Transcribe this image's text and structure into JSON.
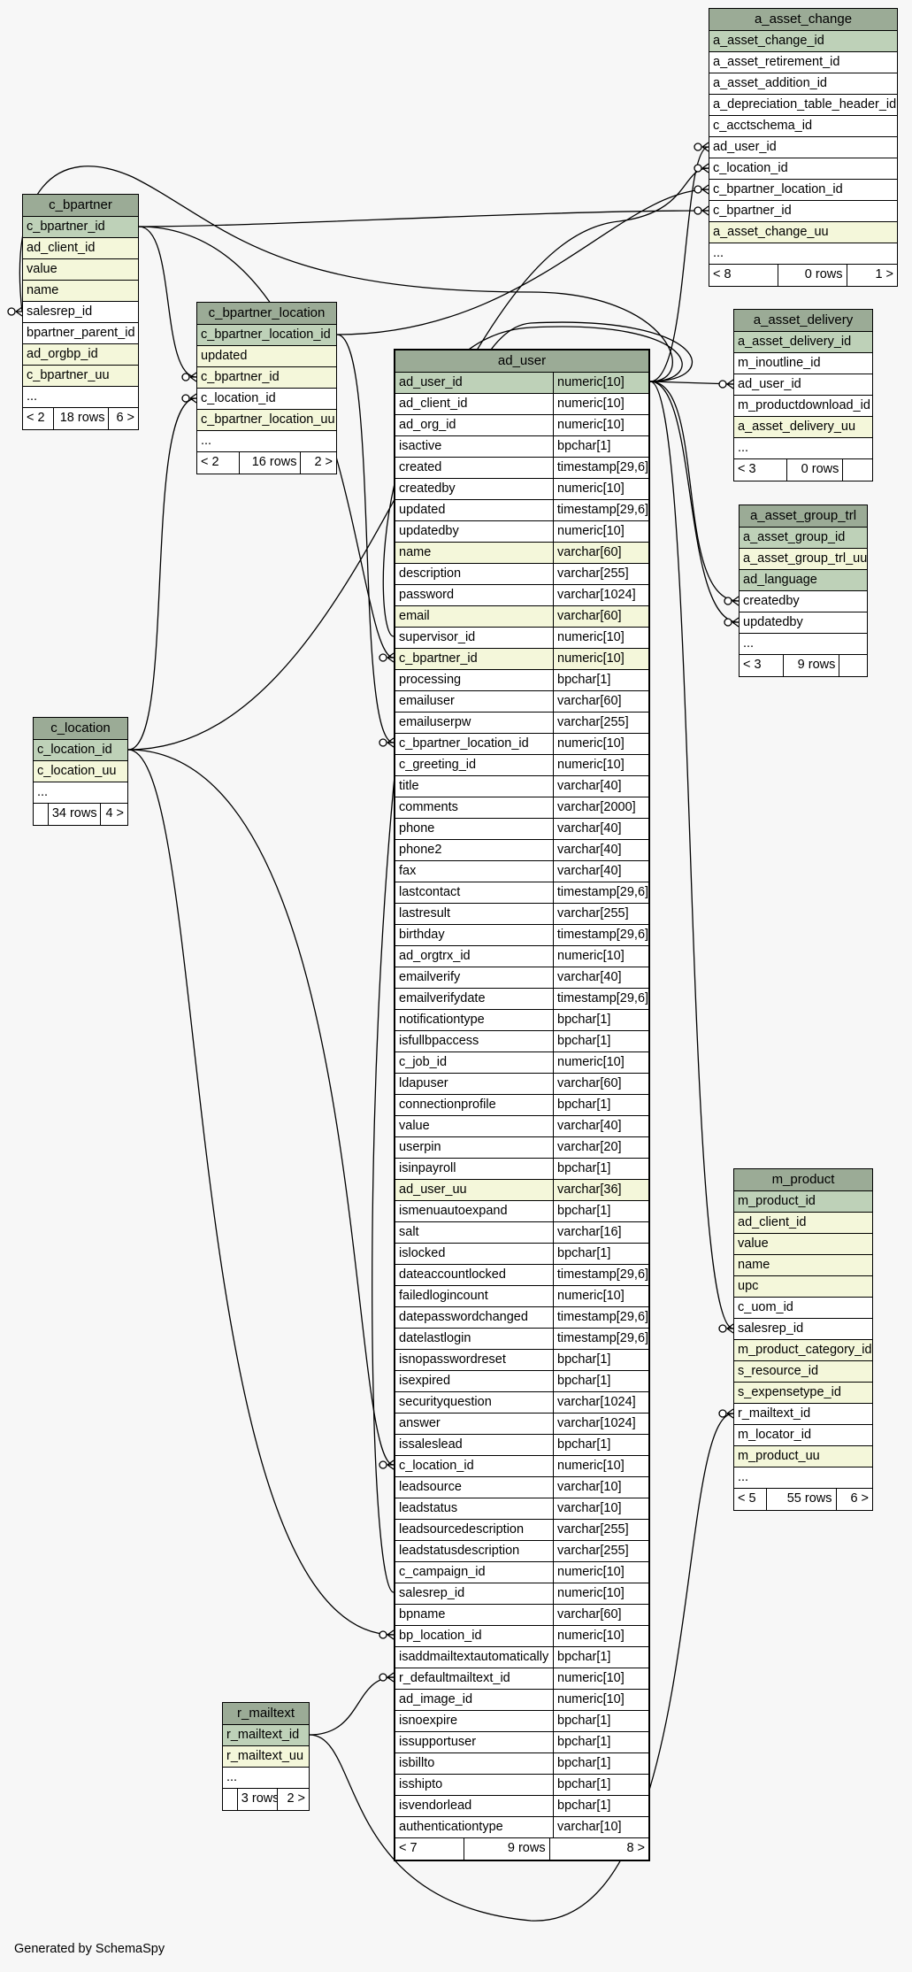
{
  "footer": "Generated by SchemaSpy",
  "tables": {
    "a_asset_change": {
      "name": "a_asset_change",
      "columns": [
        {
          "name": "a_asset_change_id",
          "style": "pk"
        },
        {
          "name": "a_asset_retirement_id",
          "style": ""
        },
        {
          "name": "a_asset_addition_id",
          "style": ""
        },
        {
          "name": "a_depreciation_table_header_id",
          "style": ""
        },
        {
          "name": "c_acctschema_id",
          "style": ""
        },
        {
          "name": "ad_user_id",
          "style": ""
        },
        {
          "name": "c_location_id",
          "style": ""
        },
        {
          "name": "c_bpartner_location_id",
          "style": ""
        },
        {
          "name": "c_bpartner_id",
          "style": ""
        },
        {
          "name": "a_asset_change_uu",
          "style": "idx"
        },
        {
          "name": "...",
          "style": ""
        }
      ],
      "footer": [
        "< 8",
        "0 rows",
        "1 >"
      ]
    },
    "c_bpartner": {
      "name": "c_bpartner",
      "columns": [
        {
          "name": "c_bpartner_id",
          "style": "pk"
        },
        {
          "name": "ad_client_id",
          "style": "idx"
        },
        {
          "name": "value",
          "style": "idx"
        },
        {
          "name": "name",
          "style": "idx"
        },
        {
          "name": "salesrep_id",
          "style": ""
        },
        {
          "name": "bpartner_parent_id",
          "style": ""
        },
        {
          "name": "ad_orgbp_id",
          "style": "idx"
        },
        {
          "name": "c_bpartner_uu",
          "style": "idx"
        },
        {
          "name": "...",
          "style": ""
        }
      ],
      "footer": [
        "< 2",
        "18 rows",
        "6 >"
      ]
    },
    "c_bpartner_location": {
      "name": "c_bpartner_location",
      "columns": [
        {
          "name": "c_bpartner_location_id",
          "style": "pk"
        },
        {
          "name": "updated",
          "style": "idx"
        },
        {
          "name": "c_bpartner_id",
          "style": "idx"
        },
        {
          "name": "c_location_id",
          "style": ""
        },
        {
          "name": "c_bpartner_location_uu",
          "style": "idx"
        },
        {
          "name": "...",
          "style": ""
        }
      ],
      "footer": [
        "< 2",
        "16 rows",
        "2 >"
      ]
    },
    "a_asset_delivery": {
      "name": "a_asset_delivery",
      "columns": [
        {
          "name": "a_asset_delivery_id",
          "style": "pk"
        },
        {
          "name": "m_inoutline_id",
          "style": ""
        },
        {
          "name": "ad_user_id",
          "style": ""
        },
        {
          "name": "m_productdownload_id",
          "style": ""
        },
        {
          "name": "a_asset_delivery_uu",
          "style": "idx"
        },
        {
          "name": "...",
          "style": ""
        }
      ],
      "footer": [
        "< 3",
        "0 rows",
        ""
      ]
    },
    "a_asset_group_trl": {
      "name": "a_asset_group_trl",
      "columns": [
        {
          "name": "a_asset_group_id",
          "style": "pk"
        },
        {
          "name": "a_asset_group_trl_uu",
          "style": "idx"
        },
        {
          "name": "ad_language",
          "style": "pk"
        },
        {
          "name": "createdby",
          "style": ""
        },
        {
          "name": "updatedby",
          "style": ""
        },
        {
          "name": "...",
          "style": ""
        }
      ],
      "footer": [
        "< 3",
        "9 rows",
        ""
      ]
    },
    "c_location": {
      "name": "c_location",
      "columns": [
        {
          "name": "c_location_id",
          "style": "pk"
        },
        {
          "name": "c_location_uu",
          "style": "idx"
        },
        {
          "name": "...",
          "style": ""
        }
      ],
      "footer": [
        "",
        "34 rows",
        "4 >"
      ]
    },
    "ad_user": {
      "name": "ad_user",
      "columns": [
        {
          "name": "ad_user_id",
          "type": "numeric[10]",
          "style": "pk"
        },
        {
          "name": "ad_client_id",
          "type": "numeric[10]",
          "style": ""
        },
        {
          "name": "ad_org_id",
          "type": "numeric[10]",
          "style": ""
        },
        {
          "name": "isactive",
          "type": "bpchar[1]",
          "style": ""
        },
        {
          "name": "created",
          "type": "timestamp[29,6]",
          "style": ""
        },
        {
          "name": "createdby",
          "type": "numeric[10]",
          "style": ""
        },
        {
          "name": "updated",
          "type": "timestamp[29,6]",
          "style": ""
        },
        {
          "name": "updatedby",
          "type": "numeric[10]",
          "style": ""
        },
        {
          "name": "name",
          "type": "varchar[60]",
          "style": "idx"
        },
        {
          "name": "description",
          "type": "varchar[255]",
          "style": ""
        },
        {
          "name": "password",
          "type": "varchar[1024]",
          "style": ""
        },
        {
          "name": "email",
          "type": "varchar[60]",
          "style": "idx"
        },
        {
          "name": "supervisor_id",
          "type": "numeric[10]",
          "style": ""
        },
        {
          "name": "c_bpartner_id",
          "type": "numeric[10]",
          "style": "idx"
        },
        {
          "name": "processing",
          "type": "bpchar[1]",
          "style": ""
        },
        {
          "name": "emailuser",
          "type": "varchar[60]",
          "style": ""
        },
        {
          "name": "emailuserpw",
          "type": "varchar[255]",
          "style": ""
        },
        {
          "name": "c_bpartner_location_id",
          "type": "numeric[10]",
          "style": ""
        },
        {
          "name": "c_greeting_id",
          "type": "numeric[10]",
          "style": ""
        },
        {
          "name": "title",
          "type": "varchar[40]",
          "style": ""
        },
        {
          "name": "comments",
          "type": "varchar[2000]",
          "style": ""
        },
        {
          "name": "phone",
          "type": "varchar[40]",
          "style": ""
        },
        {
          "name": "phone2",
          "type": "varchar[40]",
          "style": ""
        },
        {
          "name": "fax",
          "type": "varchar[40]",
          "style": ""
        },
        {
          "name": "lastcontact",
          "type": "timestamp[29,6]",
          "style": ""
        },
        {
          "name": "lastresult",
          "type": "varchar[255]",
          "style": ""
        },
        {
          "name": "birthday",
          "type": "timestamp[29,6]",
          "style": ""
        },
        {
          "name": "ad_orgtrx_id",
          "type": "numeric[10]",
          "style": ""
        },
        {
          "name": "emailverify",
          "type": "varchar[40]",
          "style": ""
        },
        {
          "name": "emailverifydate",
          "type": "timestamp[29,6]",
          "style": ""
        },
        {
          "name": "notificationtype",
          "type": "bpchar[1]",
          "style": ""
        },
        {
          "name": "isfullbpaccess",
          "type": "bpchar[1]",
          "style": ""
        },
        {
          "name": "c_job_id",
          "type": "numeric[10]",
          "style": ""
        },
        {
          "name": "ldapuser",
          "type": "varchar[60]",
          "style": ""
        },
        {
          "name": "connectionprofile",
          "type": "bpchar[1]",
          "style": ""
        },
        {
          "name": "value",
          "type": "varchar[40]",
          "style": ""
        },
        {
          "name": "userpin",
          "type": "varchar[20]",
          "style": ""
        },
        {
          "name": "isinpayroll",
          "type": "bpchar[1]",
          "style": ""
        },
        {
          "name": "ad_user_uu",
          "type": "varchar[36]",
          "style": "idx"
        },
        {
          "name": "ismenuautoexpand",
          "type": "bpchar[1]",
          "style": ""
        },
        {
          "name": "salt",
          "type": "varchar[16]",
          "style": ""
        },
        {
          "name": "islocked",
          "type": "bpchar[1]",
          "style": ""
        },
        {
          "name": "dateaccountlocked",
          "type": "timestamp[29,6]",
          "style": ""
        },
        {
          "name": "failedlogincount",
          "type": "numeric[10]",
          "style": ""
        },
        {
          "name": "datepasswordchanged",
          "type": "timestamp[29,6]",
          "style": ""
        },
        {
          "name": "datelastlogin",
          "type": "timestamp[29,6]",
          "style": ""
        },
        {
          "name": "isnopasswordreset",
          "type": "bpchar[1]",
          "style": ""
        },
        {
          "name": "isexpired",
          "type": "bpchar[1]",
          "style": ""
        },
        {
          "name": "securityquestion",
          "type": "varchar[1024]",
          "style": ""
        },
        {
          "name": "answer",
          "type": "varchar[1024]",
          "style": ""
        },
        {
          "name": "issaleslead",
          "type": "bpchar[1]",
          "style": ""
        },
        {
          "name": "c_location_id",
          "type": "numeric[10]",
          "style": ""
        },
        {
          "name": "leadsource",
          "type": "varchar[10]",
          "style": ""
        },
        {
          "name": "leadstatus",
          "type": "varchar[10]",
          "style": ""
        },
        {
          "name": "leadsourcedescription",
          "type": "varchar[255]",
          "style": ""
        },
        {
          "name": "leadstatusdescription",
          "type": "varchar[255]",
          "style": ""
        },
        {
          "name": "c_campaign_id",
          "type": "numeric[10]",
          "style": ""
        },
        {
          "name": "salesrep_id",
          "type": "numeric[10]",
          "style": ""
        },
        {
          "name": "bpname",
          "type": "varchar[60]",
          "style": ""
        },
        {
          "name": "bp_location_id",
          "type": "numeric[10]",
          "style": ""
        },
        {
          "name": "isaddmailtextautomatically",
          "type": "bpchar[1]",
          "style": ""
        },
        {
          "name": "r_defaultmailtext_id",
          "type": "numeric[10]",
          "style": ""
        },
        {
          "name": "ad_image_id",
          "type": "numeric[10]",
          "style": ""
        },
        {
          "name": "isnoexpire",
          "type": "bpchar[1]",
          "style": ""
        },
        {
          "name": "issupportuser",
          "type": "bpchar[1]",
          "style": ""
        },
        {
          "name": "isbillto",
          "type": "bpchar[1]",
          "style": ""
        },
        {
          "name": "isshipto",
          "type": "bpchar[1]",
          "style": ""
        },
        {
          "name": "isvendorlead",
          "type": "bpchar[1]",
          "style": ""
        },
        {
          "name": "authenticationtype",
          "type": "varchar[10]",
          "style": ""
        }
      ],
      "footer": [
        "< 7",
        "9 rows",
        "8 >"
      ]
    },
    "m_product": {
      "name": "m_product",
      "columns": [
        {
          "name": "m_product_id",
          "style": "pk"
        },
        {
          "name": "ad_client_id",
          "style": "idx"
        },
        {
          "name": "value",
          "style": "idx"
        },
        {
          "name": "name",
          "style": "idx"
        },
        {
          "name": "upc",
          "style": "idx"
        },
        {
          "name": "c_uom_id",
          "style": ""
        },
        {
          "name": "salesrep_id",
          "style": ""
        },
        {
          "name": "m_product_category_id",
          "style": "idx"
        },
        {
          "name": "s_resource_id",
          "style": "idx"
        },
        {
          "name": "s_expensetype_id",
          "style": "idx"
        },
        {
          "name": "r_mailtext_id",
          "style": ""
        },
        {
          "name": "m_locator_id",
          "style": ""
        },
        {
          "name": "m_product_uu",
          "style": "idx"
        },
        {
          "name": "...",
          "style": ""
        }
      ],
      "footer": [
        "< 5",
        "55 rows",
        "6 >"
      ]
    },
    "r_mailtext": {
      "name": "r_mailtext",
      "columns": [
        {
          "name": "r_mailtext_id",
          "style": "pk"
        },
        {
          "name": "r_mailtext_uu",
          "style": "idx"
        },
        {
          "name": "...",
          "style": ""
        }
      ],
      "footer": [
        "",
        "3 rows",
        "2 >"
      ]
    }
  }
}
